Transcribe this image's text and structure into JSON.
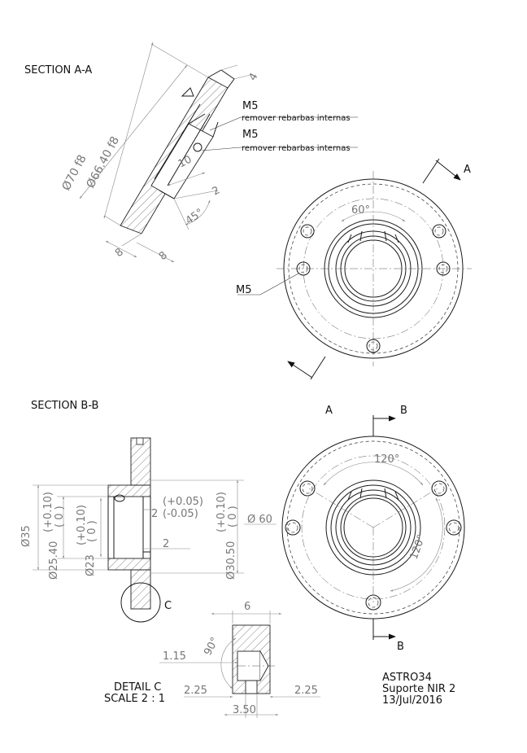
{
  "section_aa": {
    "title": "SECTION A-A",
    "dim_d70": "Ø70 f8",
    "dim_d66": "Ø66.40 f8",
    "dim_4": "4",
    "dim_10": "10",
    "dim_2": "2",
    "dim_45": "45°",
    "dim_8a": "8",
    "dim_8b": "8",
    "note1_title": "M5",
    "note1_text": "remover rebarbas internas",
    "note2_title": "M5",
    "note2_text": "remover rebarbas internas"
  },
  "view_top": {
    "angle_60": "60°",
    "callout_m5": "M5",
    "arrow_a_top": "A",
    "arrow_a_bottom": "A"
  },
  "section_bb": {
    "title": "SECTION B-B",
    "dim_d35": "Ø35",
    "dim_d2540": "Ø25.40",
    "tol_2540_top": "(+0.10)",
    "tol_2540_bot": "( 0  )",
    "dim_d23": "Ø23",
    "tol_23_top": "(+0.10)",
    "tol_23_bot": "(  0  )",
    "dim_2a": "2",
    "tol_2_top": "(+0.05)",
    "tol_2_bot": "(-0.05)",
    "dim_2b": "2",
    "dim_d3050": "Ø30.50",
    "tol_3050_top": "(+0.10)",
    "tol_3050_bot": "(  0  )",
    "dim_d60": "Ø 60",
    "detail_c_label": "C"
  },
  "view_bottom": {
    "angle_120_top": "120°",
    "angle_120_right": "120°",
    "arrow_b_top": "B",
    "arrow_b_bottom": "B"
  },
  "detail_c": {
    "title": "DETAIL C",
    "scale": "SCALE 2 : 1",
    "dim_6": "6",
    "dim_115": "1.15",
    "dim_90": "90°",
    "dim_225_left": "2.25",
    "dim_225_right": "2.25",
    "dim_350": "3.50"
  },
  "title_block": {
    "line1": "ASTRO34",
    "line2": "Suporte NIR 2",
    "line3": "13/Jul/2016"
  }
}
